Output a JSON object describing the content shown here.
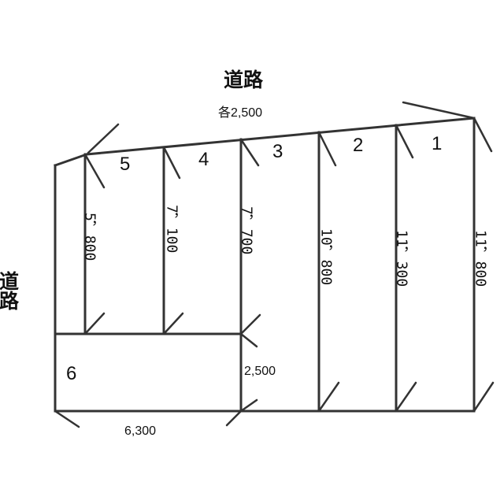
{
  "road_label": "道路",
  "frontage_label": "各2,500",
  "lots": {
    "lot1": "1",
    "lot2": "2",
    "lot3": "3",
    "lot4": "4",
    "lot5": "5",
    "lot6": "6"
  },
  "depths": {
    "lot5_depth": "5，800",
    "lot4_depth": "7，100",
    "lot3_depth": "7，700",
    "lot2_depth": "10，800",
    "lot1_left_depth": "11，300",
    "lot1_right_depth": "11，800"
  },
  "lot6_depth": "2,500",
  "lot6_width": "6,300"
}
